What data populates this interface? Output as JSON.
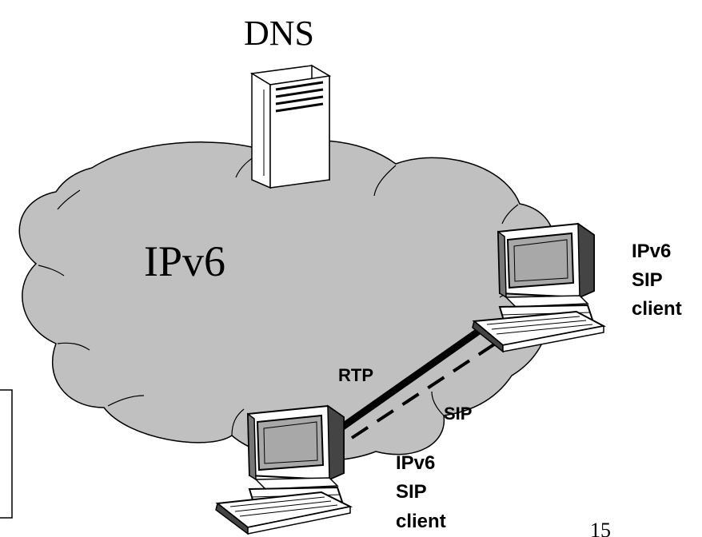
{
  "labels": {
    "dns": "DNS",
    "network": "IPv6",
    "rtp": "RTP",
    "sip": "SIP",
    "client_right": [
      "IPv6",
      "SIP",
      "client"
    ],
    "client_left": [
      "IPv6",
      "SIP",
      "client"
    ],
    "page_number": "15"
  },
  "colors": {
    "cloud_fill": "#c0c0c0",
    "outline": "#000000",
    "screen": "#a8a8a8",
    "server": "#ffffff"
  },
  "icons": [
    "dns-server-icon",
    "computer-icon"
  ]
}
